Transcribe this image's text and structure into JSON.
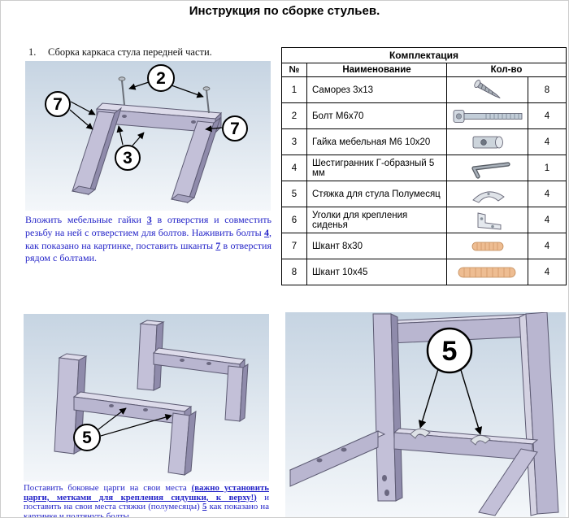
{
  "title": "Инструкция по сборке стульев.",
  "colors": {
    "instruction_text": "#2424c8",
    "wood_fill": "#b9b6d0",
    "dowel_fill": "#eebd92"
  },
  "step1": {
    "number": "1.",
    "heading": "Сборка каркаса стула передней части.",
    "instruction": {
      "segments": [
        {
          "text": "Вложить мебельные гайки "
        },
        {
          "text": "3",
          "ref": true
        },
        {
          "text": " в отверстия и совместить резьбу на ней с отверстием для болтов. Наживить болты "
        },
        {
          "text": "4",
          "ref": true
        },
        {
          "text": ", как показано на картинке, поставить шканты "
        },
        {
          "text": "7",
          "ref": true
        },
        {
          "text": " в отверстия рядом с болтами."
        }
      ]
    }
  },
  "step2": {
    "instruction": {
      "segments": [
        {
          "text": "Поставить боковые царги на свои места "
        },
        {
          "text": "(важно установить царги, метками для крепления сидушки, к верху!)",
          "ref": true
        },
        {
          "text": " и поставить на свои места стяжки (полумесяцы) "
        },
        {
          "text": "5",
          "ref": true
        },
        {
          "text": " как показано на картинке и подтянуть болты."
        }
      ]
    }
  },
  "parts_table": {
    "title": "Комплектация",
    "headers": {
      "num": "№",
      "name": "Наименование",
      "qty": "Кол-во"
    },
    "rows": [
      {
        "num": "1",
        "name": "Саморез 3х13",
        "icon": "screw-icon",
        "qty": "8"
      },
      {
        "num": "2",
        "name": "Болт М6х70",
        "icon": "bolt-icon",
        "qty": "4"
      },
      {
        "num": "3",
        "name": "Гайка мебельная М6 10х20",
        "icon": "barrel-nut-icon",
        "qty": "4"
      },
      {
        "num": "4",
        "name": "Шестигранник Г-образный 5 мм",
        "icon": "hex-key-icon",
        "qty": "1"
      },
      {
        "num": "5",
        "name": "Стяжка для стула Полумесяц",
        "icon": "half-moon-bracket-icon",
        "qty": "4"
      },
      {
        "num": "6",
        "name": "Уголки для крепления сиденья",
        "icon": "corner-bracket-icon",
        "qty": "4"
      },
      {
        "num": "7",
        "name": "Шкант 8х30",
        "icon": "dowel-icon",
        "qty": "4"
      },
      {
        "num": "8",
        "name": "Шкант 10х45",
        "icon": "dowel-icon",
        "qty": "4"
      }
    ]
  },
  "diagrams": {
    "front_frame": {
      "callouts": [
        "2",
        "7",
        "7",
        "3"
      ]
    },
    "side_frames": {
      "callout": "5"
    },
    "assembly": {
      "callout": "5"
    }
  }
}
